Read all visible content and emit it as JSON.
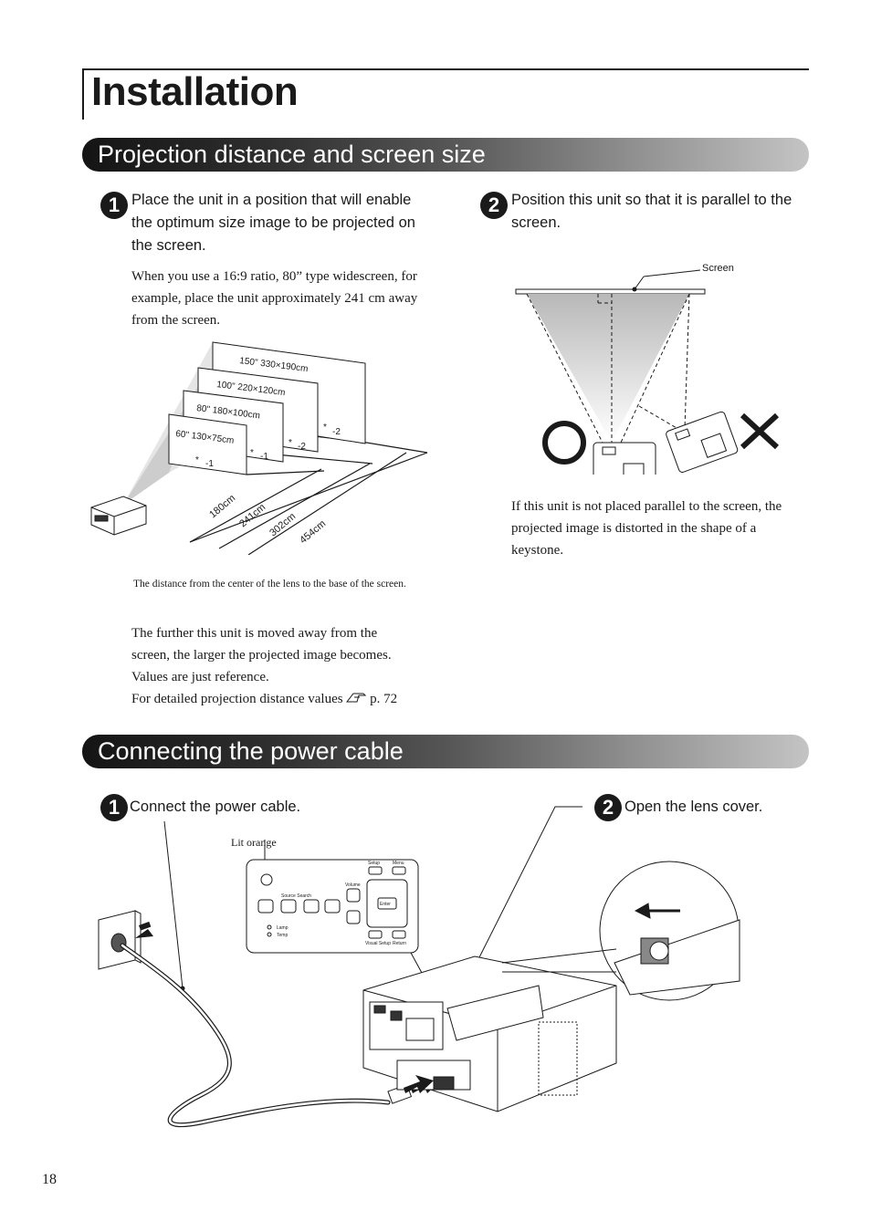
{
  "page": {
    "title": "Installation",
    "page_number": "18"
  },
  "section1": {
    "title": "Projection distance and screen size",
    "step1": {
      "number": "1",
      "text": "Place the unit in a position that will enable the optimum size image to be projected on the screen."
    },
    "step1_detail": "When you use a 16:9 ratio, 80” type widescreen, for example, place the unit approximately 241 cm away from the screen.",
    "diagram": {
      "screens": [
        "150\" 330×190cm",
        "100\" 220×120cm",
        "80\" 180×100cm",
        "60\" 130×75cm"
      ],
      "offsets": [
        "-2",
        "-2",
        "-1",
        "-1"
      ],
      "distances": [
        "180cm",
        "241cm",
        "302cm",
        "454cm"
      ],
      "asterisk": "*"
    },
    "footnote": "The distance from the center of the lens to the base of the screen.",
    "note_lines": [
      "The further this unit is moved away from the",
      "screen, the larger the projected image becomes.",
      "Values are just reference.",
      "For detailed projection distance values"
    ],
    "ref_icon": "pointing-hand-icon",
    "ref_page": "p. 72",
    "step2": {
      "number": "2",
      "text": "Position this unit so that it is parallel to the screen."
    },
    "screen_label": "Screen",
    "ok_icon": "circle-ok-icon",
    "ng_icon": "cross-ng-icon",
    "step2_note": "If this unit is not placed parallel to the screen, the projected image is distorted in the shape of a keystone."
  },
  "section2": {
    "title": "Connecting the power cable",
    "step1": {
      "number": "1",
      "text": "Connect the power cable."
    },
    "step2": {
      "number": "2",
      "text": "Open the lens cover."
    },
    "lit_label": "Lit orange",
    "panel": {
      "setup": "Setup",
      "menu": "Menu",
      "source_search": "Source Search",
      "volume": "Volume",
      "enter": "Enter",
      "lamp": "Lamp",
      "temp": "Temp",
      "visual_setup": "Visual Setup",
      "return": "Return"
    }
  }
}
